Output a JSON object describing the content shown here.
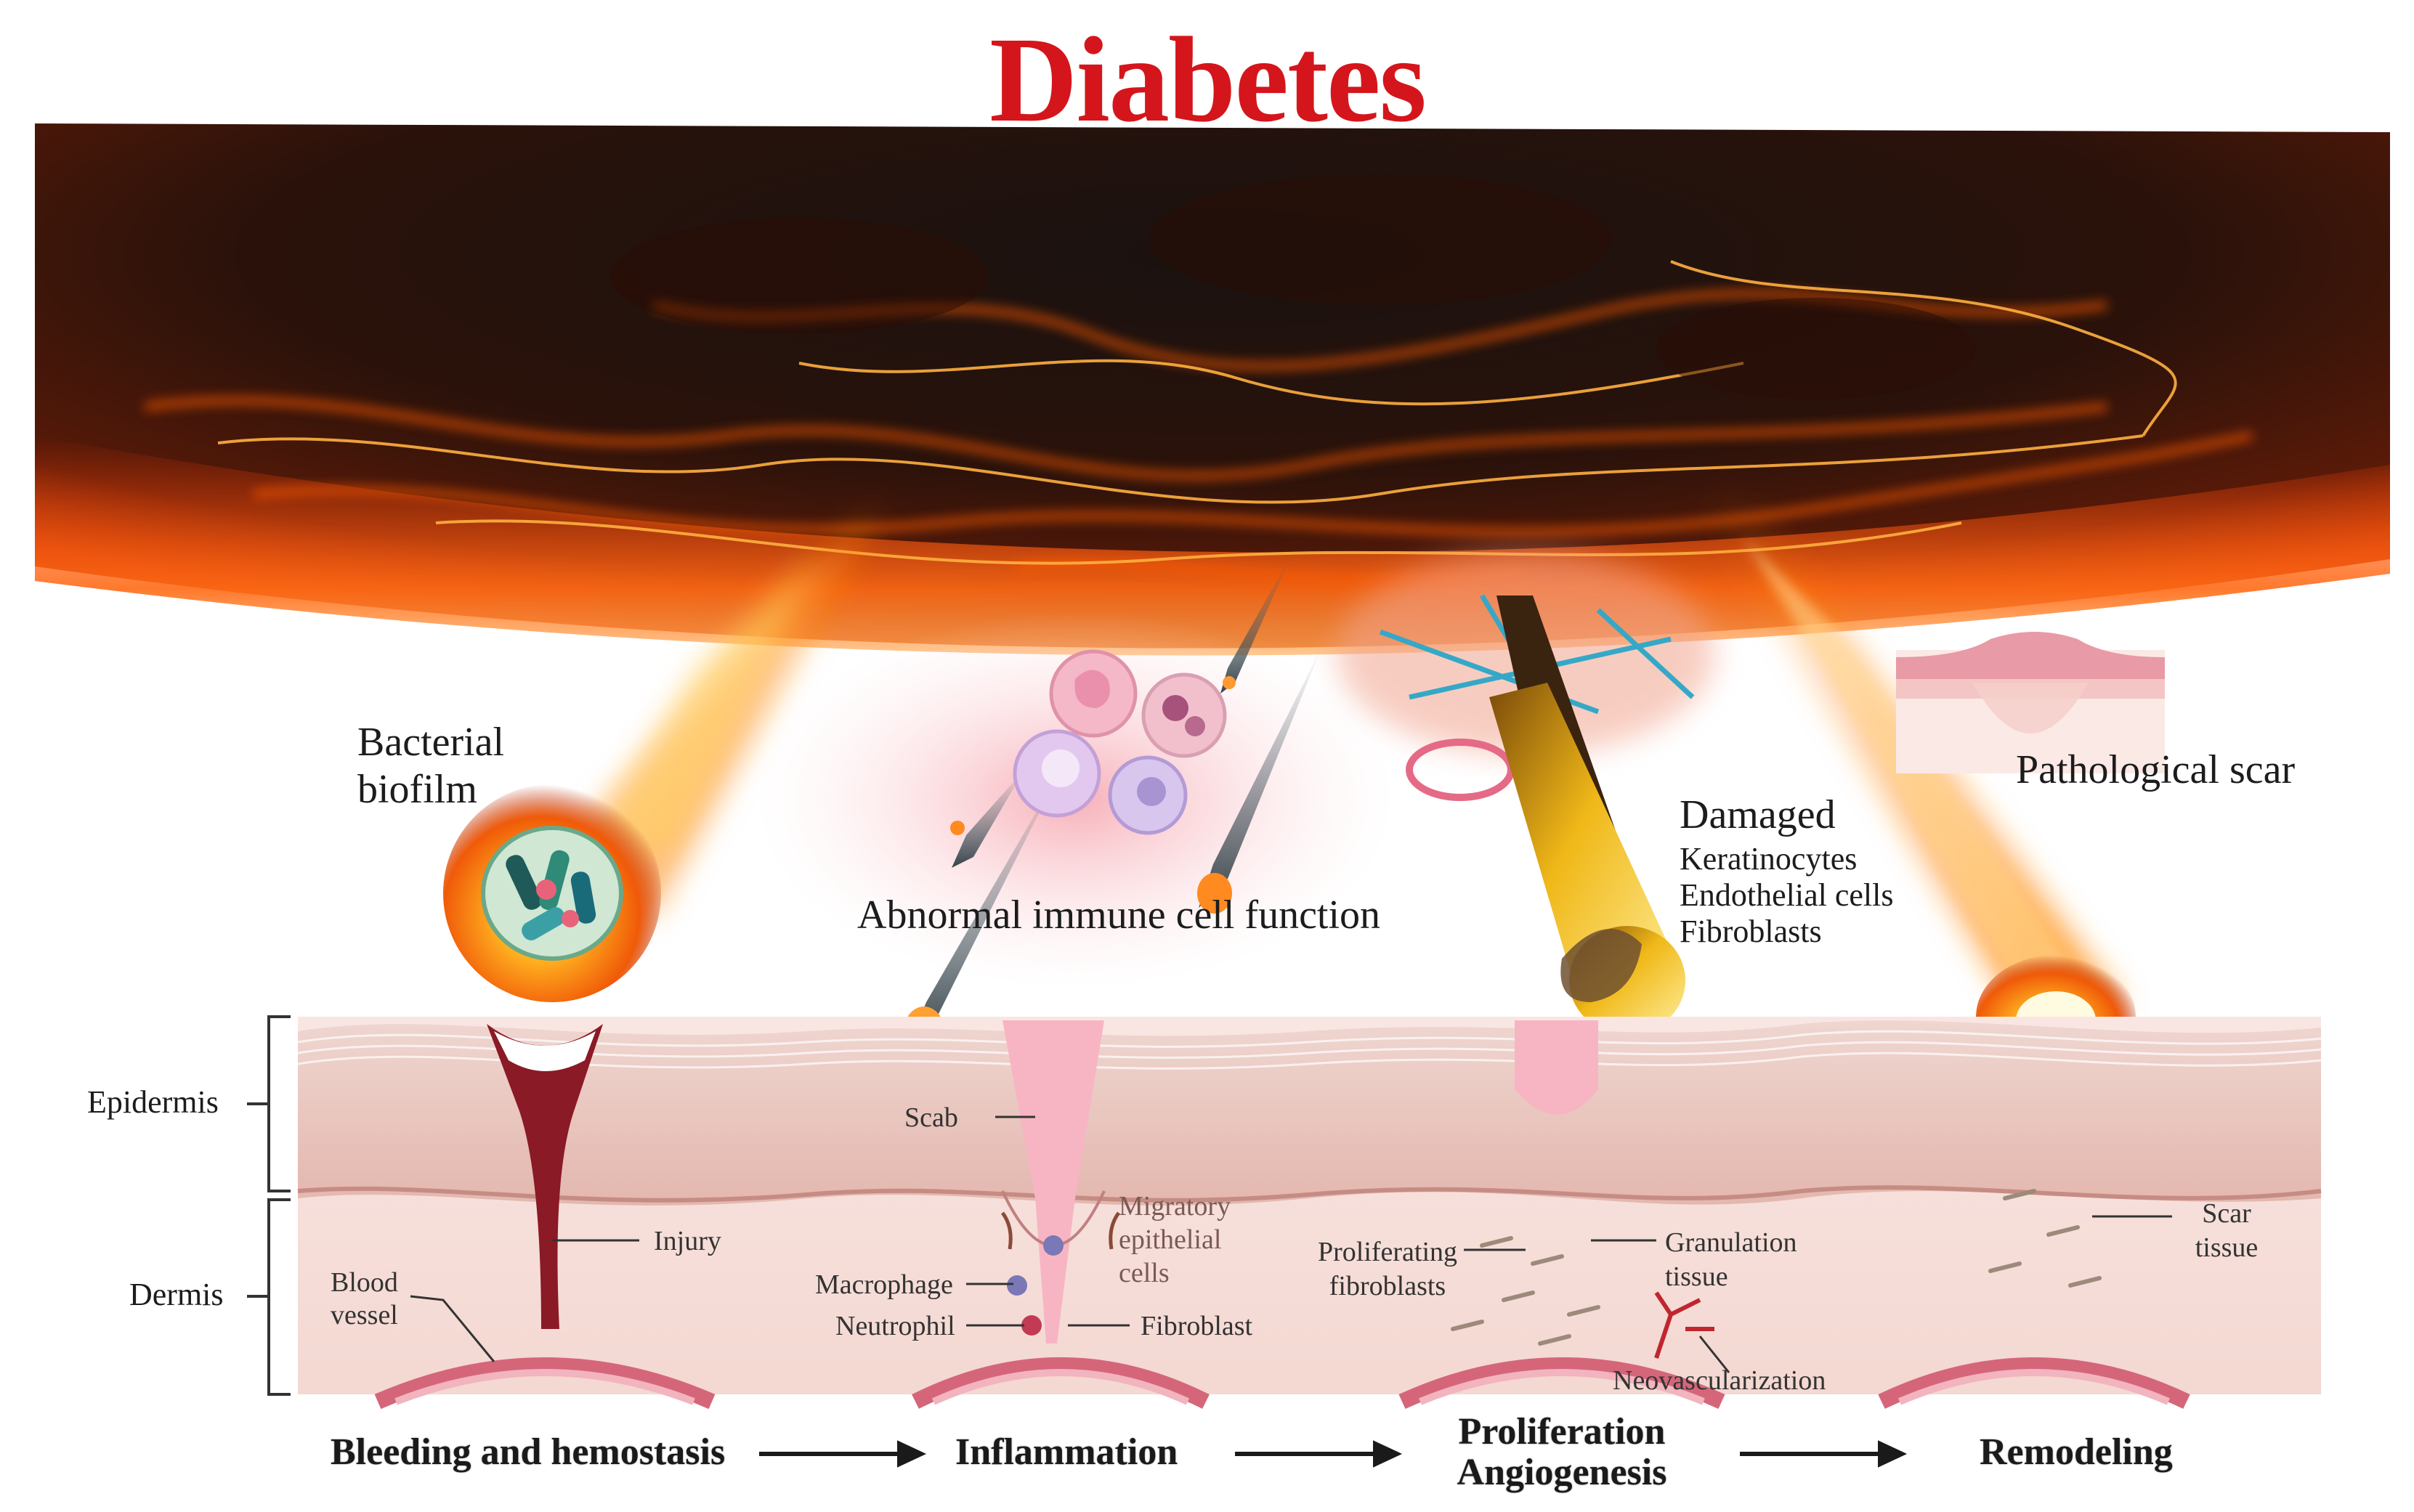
{
  "title": "Diabetes",
  "threats": {
    "bacterial": [
      "Bacterial",
      "biofilm"
    ],
    "immune": "Abnormal immune cell function",
    "damaged": {
      "heading": "Damaged",
      "items": [
        "Keratinocytes",
        "Endothelial cells",
        "Fibroblasts"
      ]
    },
    "scar": "Pathological scar"
  },
  "layers": {
    "epidermis": "Epidermis",
    "dermis": "Dermis"
  },
  "labels": {
    "blood_vessel": [
      "Blood",
      "vessel"
    ],
    "injury": "Injury",
    "scab": "Scab",
    "migratory": [
      "Migratory",
      "epithelial",
      "cells"
    ],
    "macrophage": "Macrophage",
    "neutrophil": "Neutrophil",
    "fibroblast": "Fibroblast",
    "proliferating": [
      "Proliferating",
      "fibroblasts"
    ],
    "granulation": [
      "Granulation",
      "tissue"
    ],
    "neovascularization": "Neovascularization",
    "scar_tissue": [
      "Scar",
      "tissue"
    ]
  },
  "stages": {
    "s1": "Bleeding and hemostasis",
    "s2": "Inflammation",
    "s3": [
      "Proliferation",
      "Angiogenesis"
    ],
    "s4": "Remodeling"
  },
  "colors": {
    "title": "#d4161c",
    "lava": "#ff5a10",
    "skin_pink": "#f3d6d0",
    "blood": "#8a1a25",
    "scab": "#f7b5c3"
  }
}
